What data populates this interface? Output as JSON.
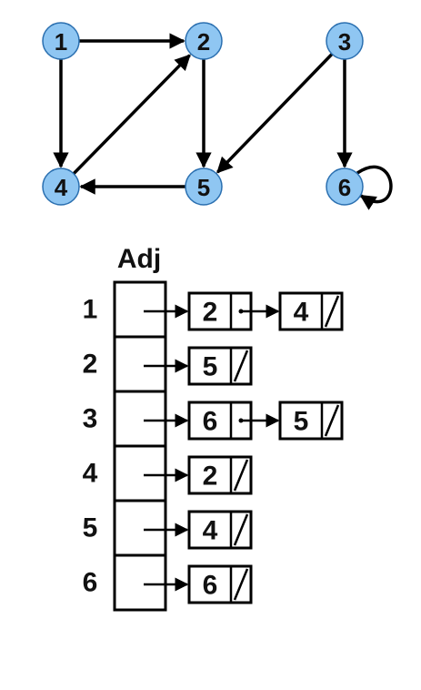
{
  "graph": {
    "nodes": [
      "1",
      "2",
      "3",
      "4",
      "5",
      "6"
    ],
    "edges": [
      {
        "from": "1",
        "to": "2"
      },
      {
        "from": "1",
        "to": "4"
      },
      {
        "from": "2",
        "to": "5"
      },
      {
        "from": "3",
        "to": "6"
      },
      {
        "from": "3",
        "to": "5"
      },
      {
        "from": "4",
        "to": "2"
      },
      {
        "from": "5",
        "to": "4"
      },
      {
        "from": "6",
        "to": "6"
      }
    ]
  },
  "adjacency": {
    "title": "Adj",
    "rows": [
      {
        "vertex": "1",
        "list": [
          "2",
          "4"
        ]
      },
      {
        "vertex": "2",
        "list": [
          "5"
        ]
      },
      {
        "vertex": "3",
        "list": [
          "6",
          "5"
        ]
      },
      {
        "vertex": "4",
        "list": [
          "2"
        ]
      },
      {
        "vertex": "5",
        "list": [
          "4"
        ]
      },
      {
        "vertex": "6",
        "list": [
          "6"
        ]
      }
    ]
  }
}
